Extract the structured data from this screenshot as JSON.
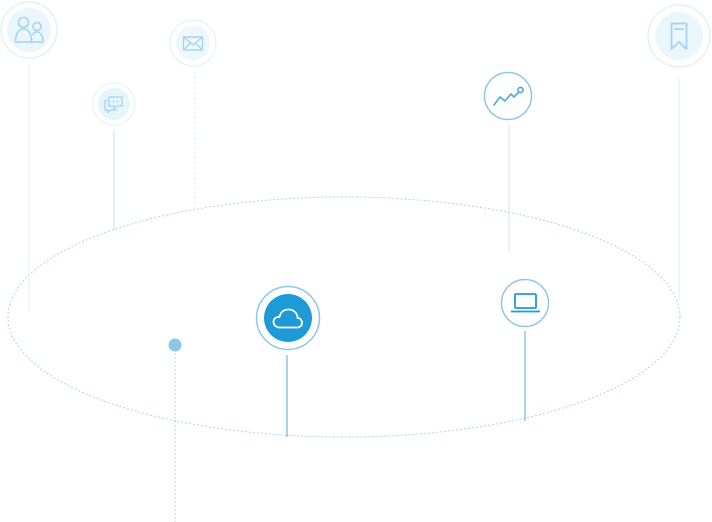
{
  "colors": {
    "accent": "#1e9ad6",
    "accent_light": "#8cc8e6",
    "ring_faint": "#d8edf7",
    "fill_faint": "#eaf6fc",
    "line_faint": "#d9eef8"
  },
  "nodes": [
    {
      "id": "users",
      "icon": "users-icon",
      "emphasis": "faint"
    },
    {
      "id": "chat",
      "icon": "chat-icon",
      "emphasis": "faint"
    },
    {
      "id": "mail",
      "icon": "mail-icon",
      "emphasis": "faint"
    },
    {
      "id": "analytics",
      "icon": "line-chart-icon",
      "emphasis": "medium"
    },
    {
      "id": "bookmark",
      "icon": "bookmark-icon",
      "emphasis": "faint"
    },
    {
      "id": "cloud",
      "icon": "cloud-icon",
      "emphasis": "strong"
    },
    {
      "id": "laptop",
      "icon": "laptop-icon",
      "emphasis": "medium"
    },
    {
      "id": "point",
      "icon": "dot-icon",
      "emphasis": "medium"
    }
  ]
}
